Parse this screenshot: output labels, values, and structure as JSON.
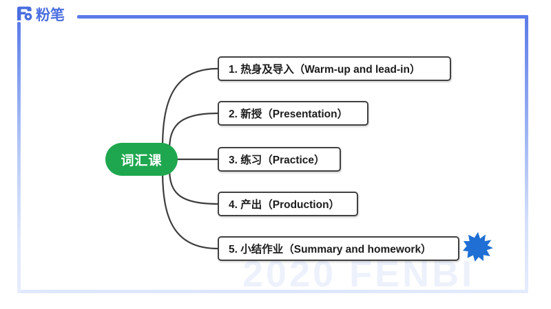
{
  "brand": {
    "logo_mark": "fb-logo-icon",
    "logo_text": "粉笔",
    "logo_color": "#4a6ee0"
  },
  "watermark": {
    "text": "2020 FENBI"
  },
  "diagram": {
    "type": "mind-map",
    "root": {
      "label": "词汇课",
      "color": "#1fa74f",
      "text_color": "#ffffff"
    },
    "branches": [
      {
        "label": "1. 热身及导入（Warm-up and lead-in）"
      },
      {
        "label": "2. 新授（Presentation）"
      },
      {
        "label": "3. 练习（Practice）"
      },
      {
        "label": "4. 产出（Production）"
      },
      {
        "label": "5. 小结作业（Summary and homework）"
      }
    ],
    "connector_color": "#3d3d3d",
    "box_border_color": "#404040",
    "box_fill": "#ffffff"
  },
  "decoration": {
    "sparkle_icon": "starburst-icon",
    "sparkle_color": "#1f6fd4",
    "frame_color": "#5b7be8"
  }
}
